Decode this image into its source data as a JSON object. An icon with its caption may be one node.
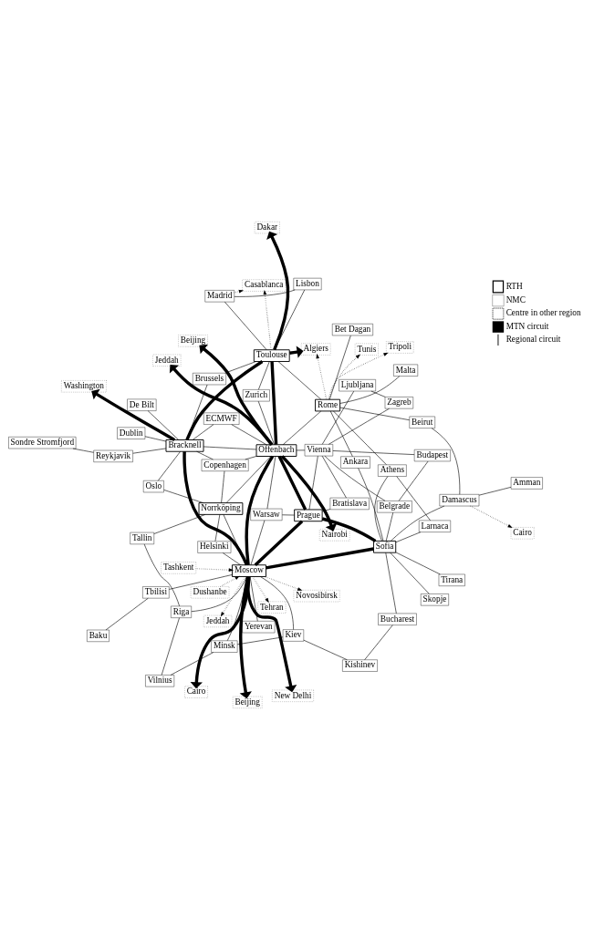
{
  "diagram": {
    "nodes": [
      {
        "text": [
          "Moscow"
        ]
      },
      {
        "text": [
          "New Delhi"
        ]
      },
      {
        "text": [
          "Beijing"
        ]
      },
      {
        "text": [
          "Dushanbe"
        ]
      },
      {
        "text": [
          "Novosibirsk"
        ]
      },
      {
        "text": [
          "Tashkent"
        ]
      },
      {
        "text": [
          "Jeddah"
        ]
      },
      {
        "text": [
          "Tehran"
        ]
      },
      {
        "text": [
          "Cairo"
        ]
      },
      {
        "text": [
          "Tbilisi"
        ]
      },
      {
        "text": [
          "Yerevan"
        ]
      },
      {
        "text": [
          "Baku"
        ]
      },
      {
        "text": [
          "Kiev"
        ]
      },
      {
        "text": [
          "Kishinev"
        ]
      },
      {
        "text": [
          "Bucharest"
        ]
      },
      {
        "text": [
          "Tallin"
        ]
      },
      {
        "text": [
          "Riga"
        ]
      },
      {
        "text": [
          "Vilnius"
        ]
      },
      {
        "text": [
          "Minsk"
        ]
      },
      {
        "text": [
          "Sofia"
        ]
      },
      {
        "text": [
          "Ankara"
        ]
      },
      {
        "text": [
          "Larnaca"
        ]
      },
      {
        "text": [
          "Beirut"
        ]
      },
      {
        "text": [
          "Damascus"
        ]
      },
      {
        "text": [
          "Amman"
        ]
      },
      {
        "text": [
          "Cairo"
        ]
      },
      {
        "text": [
          "Bet Dagan"
        ]
      },
      {
        "text": [
          "Skopje"
        ]
      },
      {
        "text": [
          "Tirana"
        ]
      },
      {
        "text": [
          "Athens"
        ]
      },
      {
        "text": [
          "Belgrade"
        ]
      },
      {
        "text": [
          "Helsinki"
        ]
      },
      {
        "text": [
          "Norrköping"
        ]
      },
      {
        "text": [
          "Warsaw"
        ]
      },
      {
        "text": [
          "Prague"
        ]
      },
      {
        "text": [
          "Bratislava"
        ]
      },
      {
        "text": [
          "Vienna"
        ]
      },
      {
        "text": [
          "Budapest"
        ]
      },
      {
        "text": [
          "Zagreb"
        ]
      },
      {
        "text": [
          "Ljubljana"
        ]
      },
      {
        "text": [
          "Oslo"
        ]
      },
      {
        "text": [
          "Copenhagen"
        ]
      },
      {
        "text": [
          "Beijing"
        ]
      },
      {
        "text": [
          "Offenbach"
        ]
      },
      {
        "text": [
          "Nairobi"
        ]
      },
      {
        "text": [
          "Jeddah"
        ]
      },
      {
        "text": [
          "Malta"
        ]
      },
      {
        "text": [
          "Rome"
        ]
      },
      {
        "text": [
          "Tunis"
        ]
      },
      {
        "text": [
          "Tripoli"
        ]
      },
      {
        "text": [
          "Zurich"
        ]
      },
      {
        "text": [
          "ECMWF"
        ]
      },
      {
        "text": [
          "De Bilt"
        ]
      },
      {
        "text": [
          "Brussels"
        ]
      },
      {
        "text": [
          "Bracknell"
        ]
      },
      {
        "text": [
          "Reykjavik"
        ]
      },
      {
        "text": [
          "Sondre Stromfjord"
        ]
      },
      {
        "text": [
          "Dublin"
        ]
      },
      {
        "text": [
          "Washington"
        ]
      },
      {
        "text": [
          "Toulouse"
        ]
      },
      {
        "text": [
          "Algiers"
        ]
      },
      {
        "text": [
          "Dakar"
        ]
      },
      {
        "text": [
          "Madrid"
        ]
      },
      {
        "text": [
          "Casablanca"
        ]
      },
      {
        "text": [
          "Lisbon"
        ]
      }
    ],
    "edges": [
      {
        "from": 0,
        "to": 1,
        "arrow": "to",
        "style": "thick"
      },
      {
        "from": 0,
        "to": 2,
        "arrow": "to",
        "style": "thick"
      },
      {
        "from": 3,
        "to": 0,
        "arrow": "to",
        "style": "dashed"
      },
      {
        "from": 0,
        "to": 4,
        "arrow": "to",
        "style": "dashed"
      },
      {
        "from": 5,
        "to": 0,
        "arrow": "to",
        "style": "dashed"
      },
      {
        "from": 0,
        "to": 6,
        "arrow": "to",
        "style": "dashed"
      },
      {
        "from": 0,
        "to": 7,
        "arrow": "to",
        "style": "dashed"
      },
      {
        "from": 0,
        "to": 8,
        "arrow": "to",
        "style": "thick"
      },
      {
        "from": 0,
        "to": 9,
        "arrow": "none"
      },
      {
        "from": 0,
        "to": 10,
        "arrow": "none"
      },
      {
        "from": 9,
        "to": 11,
        "arrow": "none"
      },
      {
        "from": 0,
        "to": 12,
        "arrow": "none"
      },
      {
        "from": 12,
        "to": 13,
        "arrow": "none"
      },
      {
        "from": 12,
        "to": 18,
        "arrow": "none"
      },
      {
        "from": 0,
        "to": 18,
        "arrow": "none"
      },
      {
        "from": 0,
        "to": 16,
        "arrow": "none"
      },
      {
        "from": 16,
        "to": 15,
        "arrow": "none"
      },
      {
        "from": 16,
        "to": 17,
        "arrow": "none"
      },
      {
        "from": 17,
        "to": 18,
        "arrow": "none"
      },
      {
        "from": 13,
        "to": 14,
        "arrow": "none"
      },
      {
        "from": 14,
        "to": 19,
        "arrow": "none"
      },
      {
        "from": 0,
        "to": 19,
        "arrow": "none",
        "style": "thick"
      },
      {
        "from": 0,
        "to": 34,
        "arrow": "none",
        "style": "thick"
      },
      {
        "from": 0,
        "to": 43,
        "arrow": "none",
        "style": "thick"
      },
      {
        "from": 0,
        "to": 54,
        "arrow": "none",
        "style": "thick"
      },
      {
        "from": 0,
        "to": 32,
        "arrow": "none"
      },
      {
        "from": 0,
        "to": 33,
        "arrow": "none"
      },
      {
        "from": 0,
        "to": 31,
        "arrow": "none"
      },
      {
        "from": 19,
        "to": 20,
        "arrow": "none"
      },
      {
        "from": 19,
        "to": 21,
        "arrow": "none"
      },
      {
        "from": 19,
        "to": 23,
        "arrow": "none"
      },
      {
        "from": 19,
        "to": 27,
        "arrow": "none"
      },
      {
        "from": 19,
        "to": 28,
        "arrow": "none"
      },
      {
        "from": 19,
        "to": 29,
        "arrow": "none"
      },
      {
        "from": 19,
        "to": 30,
        "arrow": "none"
      },
      {
        "from": 19,
        "to": 34,
        "arrow": "none",
        "style": "thick"
      },
      {
        "from": 20,
        "to": 47,
        "arrow": "none"
      },
      {
        "from": 21,
        "to": 29,
        "arrow": "none"
      },
      {
        "from": 22,
        "to": 23,
        "arrow": "none"
      },
      {
        "from": 23,
        "to": 24,
        "arrow": "none"
      },
      {
        "from": 23,
        "to": 25,
        "arrow": "to",
        "style": "dashed"
      },
      {
        "from": 22,
        "to": 47,
        "arrow": "none"
      },
      {
        "from": 26,
        "to": 47,
        "arrow": "none"
      },
      {
        "from": 29,
        "to": 47,
        "arrow": "none"
      },
      {
        "from": 30,
        "to": 36,
        "arrow": "none"
      },
      {
        "from": 30,
        "to": 37,
        "arrow": "none"
      },
      {
        "from": 37,
        "to": 36,
        "arrow": "none"
      },
      {
        "from": 36,
        "to": 35,
        "arrow": "none"
      },
      {
        "from": 36,
        "to": 38,
        "arrow": "none"
      },
      {
        "from": 36,
        "to": 39,
        "arrow": "none"
      },
      {
        "from": 38,
        "to": 39,
        "arrow": "none"
      },
      {
        "from": 35,
        "to": 34,
        "arrow": "none"
      },
      {
        "from": 36,
        "to": 34,
        "arrow": "none"
      },
      {
        "from": 36,
        "to": 43,
        "arrow": "none"
      },
      {
        "from": 32,
        "to": 31,
        "arrow": "none"
      },
      {
        "from": 32,
        "to": 40,
        "arrow": "none"
      },
      {
        "from": 32,
        "to": 41,
        "arrow": "none"
      },
      {
        "from": 32,
        "to": 43,
        "arrow": "none"
      },
      {
        "from": 32,
        "to": 15,
        "arrow": "none"
      },
      {
        "from": 33,
        "to": 34,
        "arrow": "none"
      },
      {
        "from": 33,
        "to": 43,
        "arrow": "none"
      },
      {
        "from": 34,
        "to": 43,
        "arrow": "none",
        "style": "thick"
      },
      {
        "from": 43,
        "to": 42,
        "arrow": "to",
        "style": "thick"
      },
      {
        "from": 43,
        "to": 44,
        "arrow": "to",
        "style": "thick"
      },
      {
        "from": 43,
        "to": 45,
        "arrow": "to",
        "style": "thick"
      },
      {
        "from": 43,
        "to": 50,
        "arrow": "none"
      },
      {
        "from": 43,
        "to": 59,
        "arrow": "none",
        "style": "thick"
      },
      {
        "from": 43,
        "to": 54,
        "arrow": "none"
      },
      {
        "from": 43,
        "to": 47,
        "arrow": "none"
      },
      {
        "from": 43,
        "to": 41,
        "arrow": "none"
      },
      {
        "from": 43,
        "to": 51,
        "arrow": "none"
      },
      {
        "from": 47,
        "to": 46,
        "arrow": "none"
      },
      {
        "from": 47,
        "to": 48,
        "arrow": "to",
        "style": "dashed"
      },
      {
        "from": 47,
        "to": 49,
        "arrow": "to",
        "style": "dashed"
      },
      {
        "from": 47,
        "to": 60,
        "arrow": "to",
        "style": "dashed"
      },
      {
        "from": 47,
        "to": 59,
        "arrow": "none"
      },
      {
        "from": 54,
        "to": 55,
        "arrow": "none"
      },
      {
        "from": 54,
        "to": 57,
        "arrow": "none"
      },
      {
        "from": 54,
        "to": 58,
        "arrow": "to",
        "style": "thick"
      },
      {
        "from": 54,
        "to": 51,
        "arrow": "none"
      },
      {
        "from": 54,
        "to": 52,
        "arrow": "none"
      },
      {
        "from": 54,
        "to": 53,
        "arrow": "none"
      },
      {
        "from": 54,
        "to": 41,
        "arrow": "none"
      },
      {
        "from": 54,
        "to": 40,
        "arrow": "none"
      },
      {
        "from": 54,
        "to": 59,
        "arrow": "none",
        "style": "thick"
      },
      {
        "from": 55,
        "to": 56,
        "arrow": "none"
      },
      {
        "from": 59,
        "to": 62,
        "arrow": "none"
      },
      {
        "from": 59,
        "to": 64,
        "arrow": "none"
      },
      {
        "from": 59,
        "to": 63,
        "arrow": "to",
        "style": "dashed"
      },
      {
        "from": 59,
        "to": 61,
        "arrow": "to",
        "style": "thick"
      },
      {
        "from": 59,
        "to": 60,
        "arrow": "to",
        "style": "thick"
      },
      {
        "from": 59,
        "to": 50,
        "arrow": "none"
      },
      {
        "from": 59,
        "to": 53,
        "arrow": "none"
      },
      {
        "from": 62,
        "to": 63,
        "arrow": "to",
        "style": "dashed"
      },
      {
        "from": 62,
        "to": 64,
        "arrow": "none"
      }
    ],
    "legend": [
      {
        "text": "RTH"
      },
      {
        "text": "NMC"
      },
      {
        "text": "Centre in other region"
      },
      {
        "text": "MTN circuit"
      },
      {
        "text": "Regional circuit"
      }
    ]
  }
}
